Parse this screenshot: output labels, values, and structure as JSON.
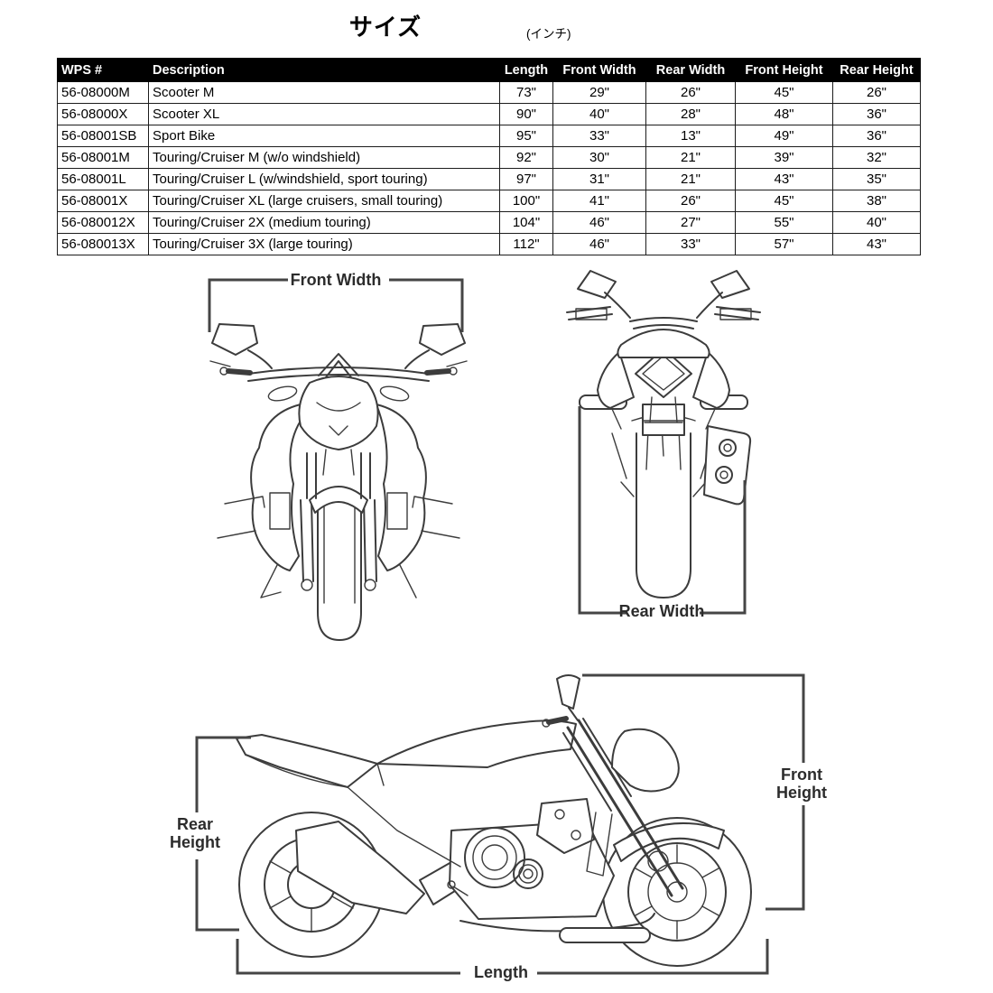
{
  "page": {
    "title": "サイズ",
    "title_unit": "(インチ)"
  },
  "size_table": {
    "headers": {
      "wps": "WPS #",
      "description": "Description",
      "length": "Length",
      "front_width": "Front Width",
      "rear_width": "Rear Width",
      "front_height": "Front Height",
      "rear_height": "Rear Height"
    },
    "rows": [
      {
        "wps": "56-08000M",
        "description": "Scooter M",
        "length": "73\"",
        "front_width": "29\"",
        "rear_width": "26\"",
        "front_height": "45\"",
        "rear_height": "26\""
      },
      {
        "wps": "56-08000X",
        "description": "Scooter XL",
        "length": "90\"",
        "front_width": "40\"",
        "rear_width": "28\"",
        "front_height": "48\"",
        "rear_height": "36\""
      },
      {
        "wps": "56-08001SB",
        "description": "Sport Bike",
        "length": "95\"",
        "front_width": "33\"",
        "rear_width": "13\"",
        "front_height": "49\"",
        "rear_height": "36\""
      },
      {
        "wps": "56-08001M",
        "description": "Touring/Cruiser M (w/o windshield)",
        "length": "92\"",
        "front_width": "30\"",
        "rear_width": "21\"",
        "front_height": "39\"",
        "rear_height": "32\""
      },
      {
        "wps": "56-08001L",
        "description": "Touring/Cruiser L (w/windshield, sport touring)",
        "length": "97\"",
        "front_width": "31\"",
        "rear_width": "21\"",
        "front_height": "43\"",
        "rear_height": "35\""
      },
      {
        "wps": "56-08001X",
        "description": "Touring/Cruiser XL (large cruisers, small touring)",
        "length": "100\"",
        "front_width": "41\"",
        "rear_width": "26\"",
        "front_height": "45\"",
        "rear_height": "38\""
      },
      {
        "wps": "56-080012X",
        "description": "Touring/Cruiser 2X (medium touring)",
        "length": "104\"",
        "front_width": "46\"",
        "rear_width": "27\"",
        "front_height": "55\"",
        "rear_height": "40\""
      },
      {
        "wps": "56-080013X",
        "description": "Touring/Cruiser 3X (large touring)",
        "length": "112\"",
        "front_width": "46\"",
        "rear_width": "33\"",
        "front_height": "57\"",
        "rear_height": "43\""
      }
    ]
  },
  "diagrams": {
    "front_view": {
      "label": "Front Width"
    },
    "rear_view": {
      "label": "Rear Width"
    },
    "side_view": {
      "rear_height_label": "Rear Height",
      "front_height_label": "Front Height",
      "length_label": "Length"
    }
  },
  "colors": {
    "header_bg": "#000000",
    "header_text": "#ffffff",
    "line_art": "#3c3c3c",
    "table_border": "#1c1c1c"
  }
}
